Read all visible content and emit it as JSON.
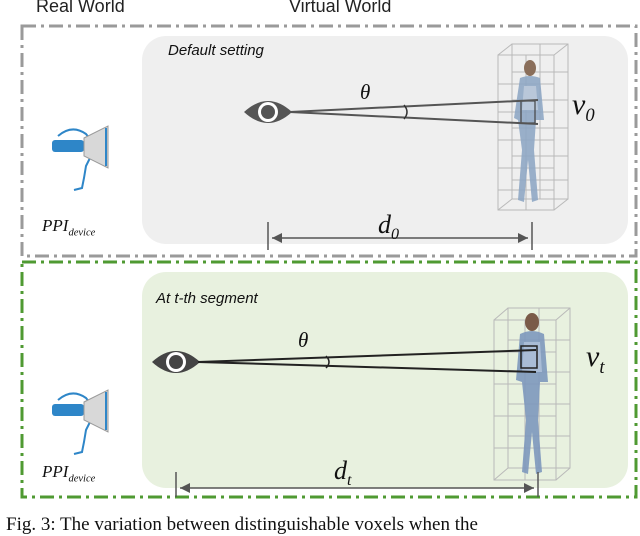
{
  "headers": {
    "real_world": "Real World",
    "virtual_world": "Virtual World"
  },
  "top_panel": {
    "title": "Default setting",
    "angle_label": "θ",
    "voxel_label_base": "v",
    "voxel_label_sub": "0",
    "distance_label_base": "d",
    "distance_label_sub": "0",
    "device_label_base": "PPI",
    "device_label_sub": "device"
  },
  "bottom_panel": {
    "title": "At t-th segment",
    "angle_label": "θ",
    "voxel_label_base": "v",
    "voxel_label_sub": "t",
    "distance_label_base": "d",
    "distance_label_sub": "t",
    "device_label_base": "PPI",
    "device_label_sub": "device"
  },
  "caption": "Fig. 3: The variation between distinguishable voxels when the",
  "colors": {
    "top_frame": "#9a9a9a",
    "bottom_frame": "#4f9a32",
    "top_panel_fill": "#efefef",
    "bottom_panel_fill": "#e8f1df",
    "headset": "#2e86c8"
  },
  "icons": [
    "eye-icon",
    "vr-headset-head-icon",
    "human-figure-voxel-grid"
  ]
}
